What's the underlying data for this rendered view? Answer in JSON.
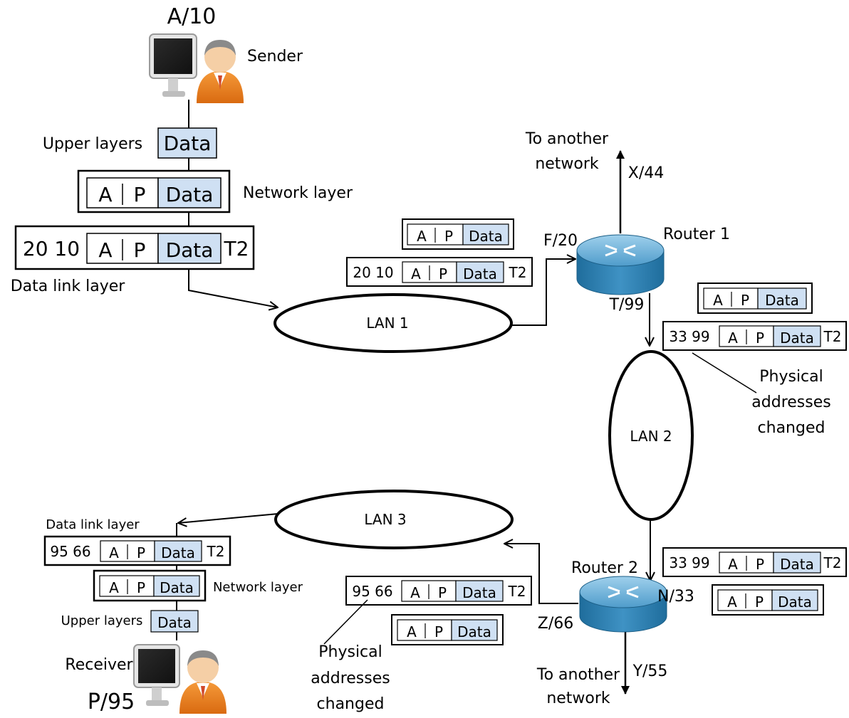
{
  "colors": {
    "data_fill": "#cfe0f3",
    "router_top": "#6fb0d6",
    "router_side": "#2f7fae",
    "line": "#000000"
  },
  "sender": {
    "address": "A/10",
    "role": "Sender",
    "upper_label": "Upper layers",
    "network_label": "Network layer",
    "datalink_label": "Data link layer",
    "upper_pkt": {
      "data": "Data"
    },
    "network_pkt": {
      "a": "A",
      "p": "P",
      "data": "Data"
    },
    "frame": {
      "addrs": "20 10",
      "a": "A",
      "p": "P",
      "data": "Data",
      "trailer": "T2"
    }
  },
  "lan1": {
    "name": "LAN 1",
    "packet": {
      "a": "A",
      "p": "P",
      "data": "Data"
    },
    "frame": {
      "addrs": "20 10",
      "a": "A",
      "p": "P",
      "data": "Data",
      "trailer": "T2"
    }
  },
  "router1": {
    "name": "Router 1",
    "in_port": "F/20",
    "out_port": "T/99",
    "up_port": "X/44",
    "up_label_1": "To another",
    "up_label_2": "network"
  },
  "lan2": {
    "name": "LAN 2",
    "packet": {
      "a": "A",
      "p": "P",
      "data": "Data"
    },
    "frame": {
      "addrs": "33 99",
      "a": "A",
      "p": "P",
      "data": "Data",
      "trailer": "T2"
    },
    "note_1": "Physical",
    "note_2": "addresses",
    "note_3": "changed"
  },
  "router2": {
    "name": "Router 2",
    "in_port": "N/33",
    "out_port": "Z/66",
    "down_port": "Y/55",
    "down_label_1": "To another",
    "down_label_2": "network",
    "frame": {
      "addrs": "33 99",
      "a": "A",
      "p": "P",
      "data": "Data",
      "trailer": "T2"
    },
    "packet": {
      "a": "A",
      "p": "P",
      "data": "Data"
    }
  },
  "lan3": {
    "name": "LAN 3",
    "frame": {
      "addrs": "95 66",
      "a": "A",
      "p": "P",
      "data": "Data",
      "trailer": "T2"
    },
    "packet": {
      "a": "A",
      "p": "P",
      "data": "Data"
    },
    "note_1": "Physical",
    "note_2": "addresses",
    "note_3": "changed"
  },
  "receiver": {
    "address": "P/95",
    "role": "Receiver",
    "datalink_label": "Data link layer",
    "network_label": "Network layer",
    "upper_label": "Upper layers",
    "frame": {
      "addrs": "95 66",
      "a": "A",
      "p": "P",
      "data": "Data",
      "trailer": "T2"
    },
    "network_pkt": {
      "a": "A",
      "p": "P",
      "data": "Data"
    },
    "upper_pkt": {
      "data": "Data"
    }
  }
}
